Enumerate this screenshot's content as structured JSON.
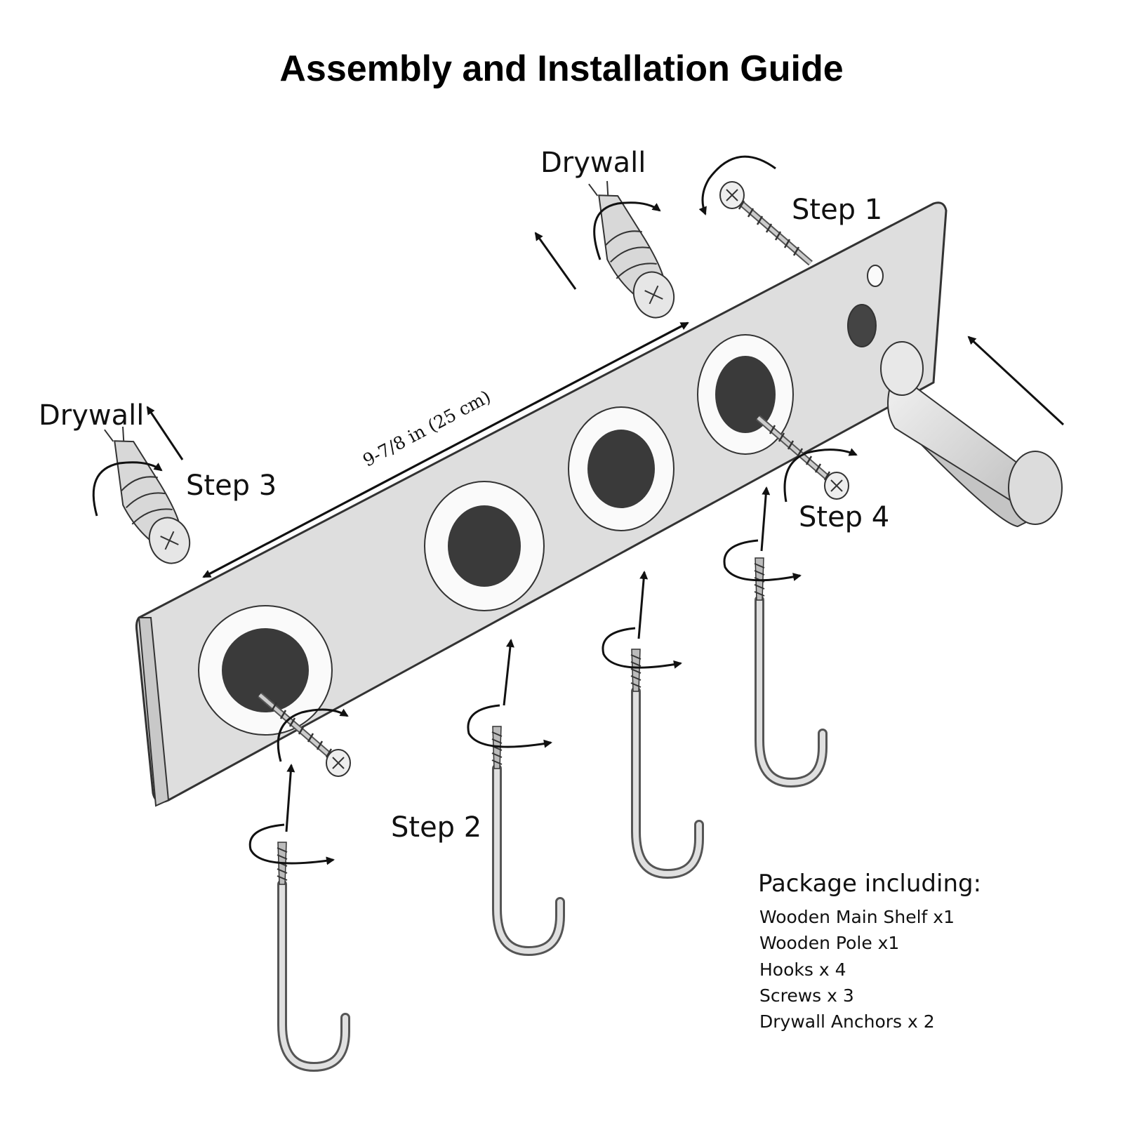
{
  "title": "Assembly and Installation Guide",
  "labels": {
    "drywall_top": "Drywall",
    "drywall_left": "Drywall",
    "step1": "Step 1",
    "step2": "Step 2",
    "step3": "Step 3",
    "step4": "Step 4",
    "dimension": "9-7/8 in (25 cm)"
  },
  "package": {
    "heading": "Package including:",
    "items": [
      "Wooden Main Shelf x1",
      "Wooden Pole x1",
      "Hooks x 4",
      "Screws x 3",
      "Drywall Anchors x 2"
    ]
  },
  "colors": {
    "ink": "#111111",
    "board": "#dcdcdc",
    "hole": "#3a3a3a",
    "metal": "#cfcfcf"
  },
  "icons": [
    "screw-icon",
    "drywall-anchor-icon",
    "hook-icon",
    "wooden-pole-icon",
    "rotate-arrow-icon"
  ]
}
